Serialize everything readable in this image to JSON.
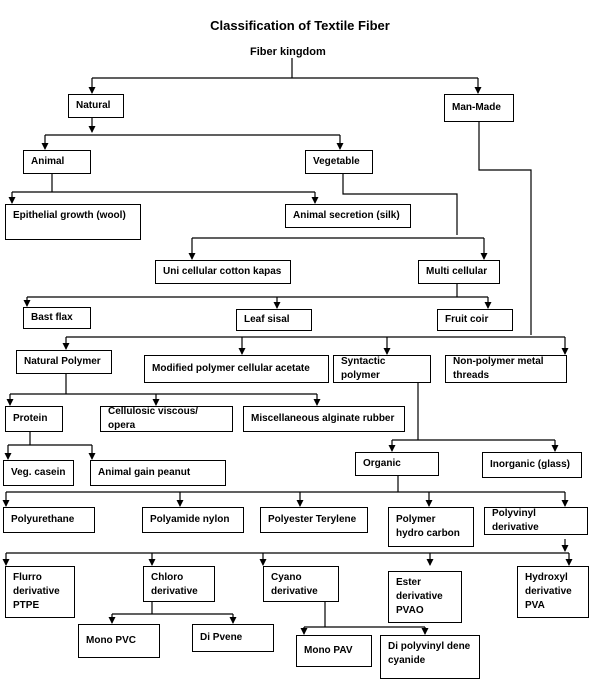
{
  "title": "Classification of Textile Fiber",
  "root": "Fiber kingdom",
  "nodes": {
    "natural": "Natural",
    "man_made": "Man-Made",
    "animal": "Animal",
    "vegetable": "Vegetable",
    "epithelial_growth": "Epithelial growth (wool)",
    "animal_secretion": "Animal secretion (silk)",
    "uni_cellular": "Uni cellular cotton kapas",
    "multi_cellular": "Multi cellular",
    "bast_flax": "Bast flax",
    "leaf_sisal": "Leaf sisal",
    "fruit_coir": "Fruit coir",
    "natural_polymer": "Natural Polymer",
    "modified_polymer": "Modified polymer cellular acetate",
    "syntactic_polymer": "Syntactic polymer",
    "non_polymer": "Non-polymer metal threads",
    "protein": "Protein",
    "cellulosic": "Cellulosic viscous/ opera",
    "miscellaneous": "Miscellaneous alginate rubber",
    "veg_casein": "Veg. casein",
    "animal_gain": "Animal gain peanut",
    "organic": "Organic",
    "inorganic": "Inorganic (glass)",
    "polyurethane": "Polyurethane",
    "polyamide": "Polyamide nylon",
    "polyester": "Polyester Terylene",
    "polymer_hydro": "Polymer hydro carbon",
    "polyvinyl": "Polyvinyl derivative",
    "flurro": "Flurro derivative PTPE",
    "chloro": "Chloro derivative",
    "cyano": "Cyano derivative",
    "ester": "Ester derivative PVAO",
    "hydroxyl": "Hydroxyl derivative PVA",
    "mono_pvc": "Mono PVC",
    "di_pvene": "Di Pvene",
    "mono_pav": "Mono PAV",
    "di_polyvinyl": "Di polyvinyl dene cyanide"
  }
}
